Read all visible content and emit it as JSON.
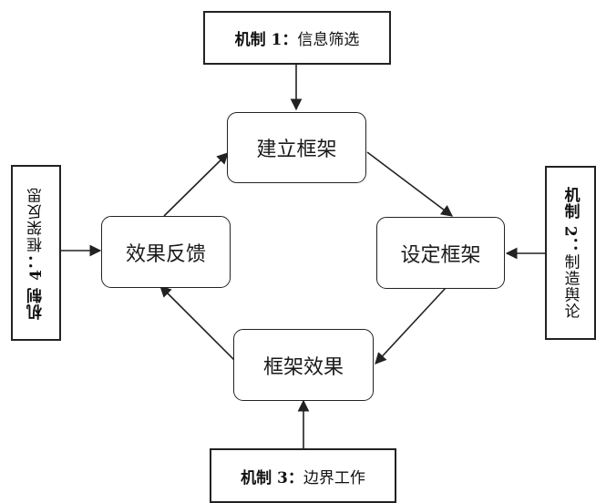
{
  "nodes": {
    "build_frame": "建立框架",
    "set_frame": "设定框架",
    "frame_effect": "框架效果",
    "effect_feedback": "效果反馈"
  },
  "mechanisms": {
    "m1": {
      "label": "机制 1：",
      "text": "信息筛选"
    },
    "m2": {
      "label": "机制 2：",
      "text": "制造舆论"
    },
    "m3": {
      "label": "机制 3：",
      "text": "边界工作"
    },
    "m4": {
      "label": "机制 4：",
      "text": "框架反思"
    }
  },
  "colors": {
    "line": "#222222",
    "background": "#ffffff"
  }
}
